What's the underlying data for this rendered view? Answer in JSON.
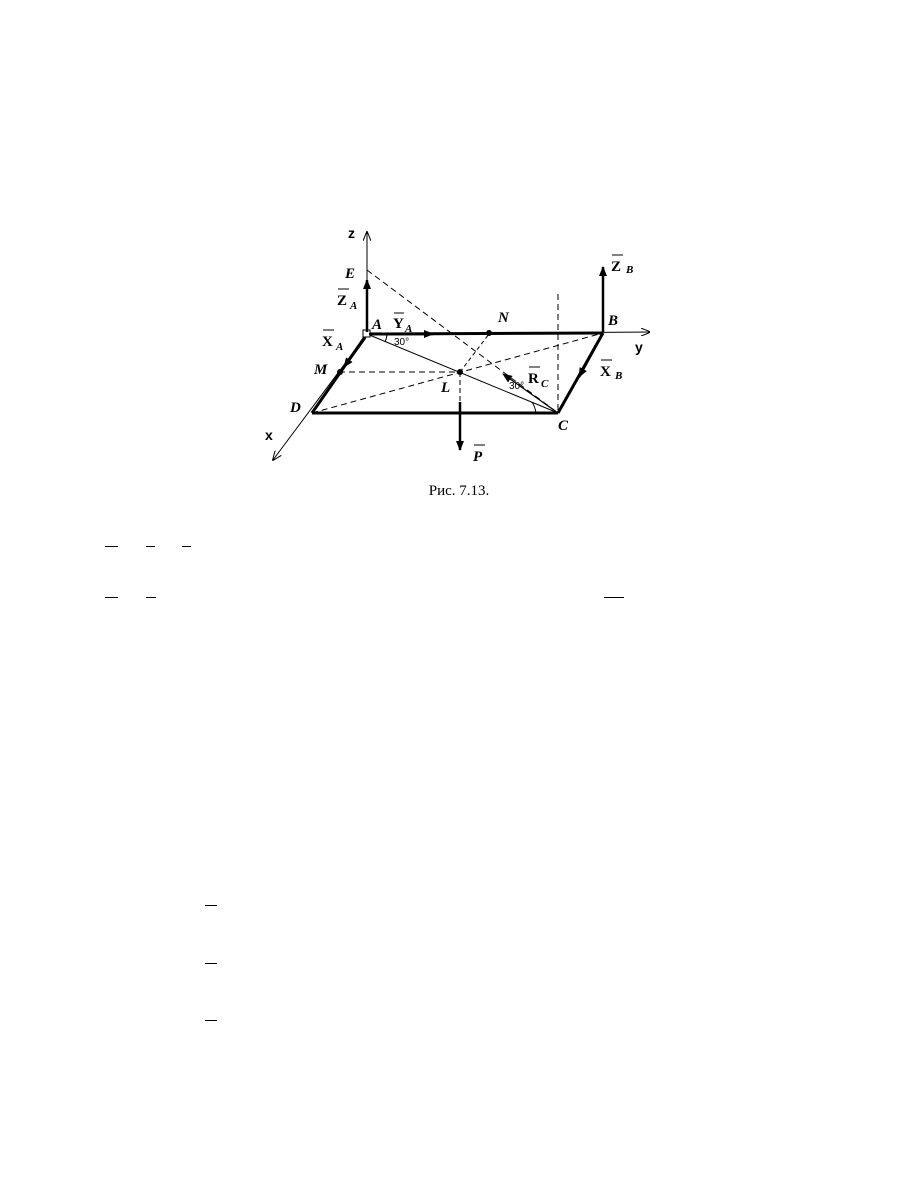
{
  "figure": {
    "points": [
      "A",
      "B",
      "C",
      "D",
      "E",
      "L",
      "M",
      "N"
    ],
    "axes": {
      "x": "x",
      "y": "y",
      "z": "z"
    },
    "forces": {
      "ZA": {
        "symbol": "Z",
        "subscript": "A"
      },
      "XA": {
        "symbol": "X",
        "subscript": "A"
      },
      "YA": {
        "symbol": "Y",
        "subscript": "A"
      },
      "ZB": {
        "symbol": "Z",
        "subscript": "B"
      },
      "XB": {
        "symbol": "X",
        "subscript": "B"
      },
      "RC": {
        "symbol": "R",
        "subscript": "C"
      },
      "P": {
        "symbol": "P",
        "subscript": ""
      }
    },
    "angles": [
      "30°",
      "30°"
    ]
  },
  "caption": "Рис. 7.13."
}
